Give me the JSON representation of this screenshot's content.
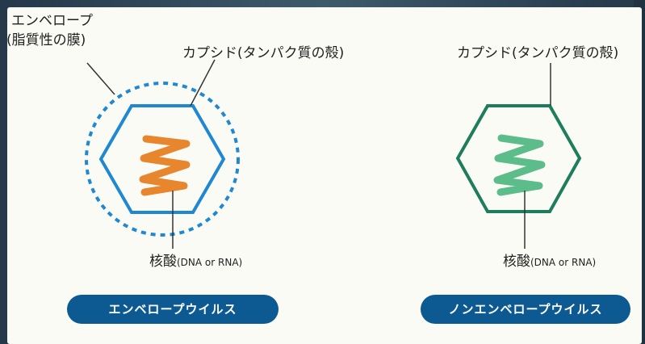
{
  "left": {
    "envelope_label_line1": "エンベロープ",
    "envelope_label_line2": "(脂質性の膜)",
    "capsid_label": "カプシド(タンパク質の殻)",
    "nucleic_label_main": "核酸",
    "nucleic_label_sub": "(DNA or RNA)",
    "type_label": "エンベロープウイルス"
  },
  "right": {
    "capsid_label": "カプシド(タンパク質の殻)",
    "nucleic_label_main": "核酸",
    "nucleic_label_sub": "(DNA or RNA)",
    "type_label": "ノンエンベロープウイルス"
  },
  "colors": {
    "envelope": "#1f88d1",
    "capsid_left": "#1f88d1",
    "capsid_right": "#1e7d5d",
    "nucleic_left": "#e8862d",
    "nucleic_right": "#5dbd8a",
    "pill": "#0d5a93"
  }
}
